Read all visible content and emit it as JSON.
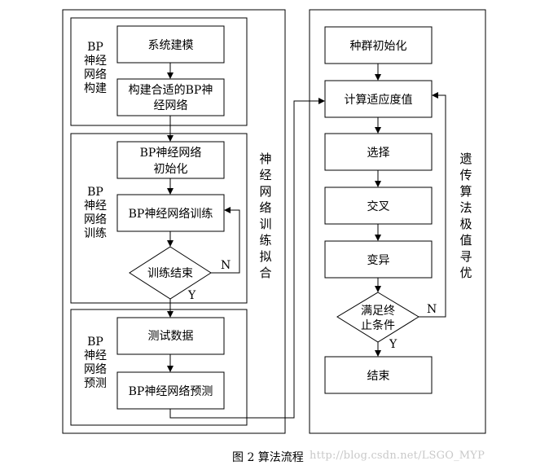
{
  "left_panel": {
    "vertical_label": "神经网络训练拟合",
    "sections": [
      {
        "label": [
          "BP",
          "神经",
          "网络",
          "构建"
        ]
      },
      {
        "label": [
          "BP",
          "神经",
          "网络",
          "训练"
        ]
      },
      {
        "label": [
          "BP",
          "神经",
          "网络",
          "预测"
        ]
      }
    ],
    "nodes": {
      "system_modeling": "系统建模",
      "build_network": [
        "构建合适的BP神",
        "经网络"
      ],
      "init": [
        "BP神经网络",
        "初始化"
      ],
      "train": "BP神经网络训练",
      "train_end": "训练结束",
      "test_data": "测试数据",
      "predict": "BP神经网络预测"
    },
    "branches": {
      "no": "N",
      "yes": "Y"
    }
  },
  "right_panel": {
    "vertical_label": "遗传算法极值寻优",
    "nodes": {
      "pop_init": "种群初始化",
      "fitness": "计算适应度值",
      "selection": "选择",
      "crossover": "交叉",
      "mutation": "变异",
      "stop_condition": [
        "满足终",
        "止条件"
      ],
      "end": "结束"
    },
    "branches": {
      "no": "N",
      "yes": "Y"
    }
  },
  "caption": {
    "figure": "图 2  算法流程",
    "watermark": "http://blog.csdn.net/LSGO_MYP"
  }
}
